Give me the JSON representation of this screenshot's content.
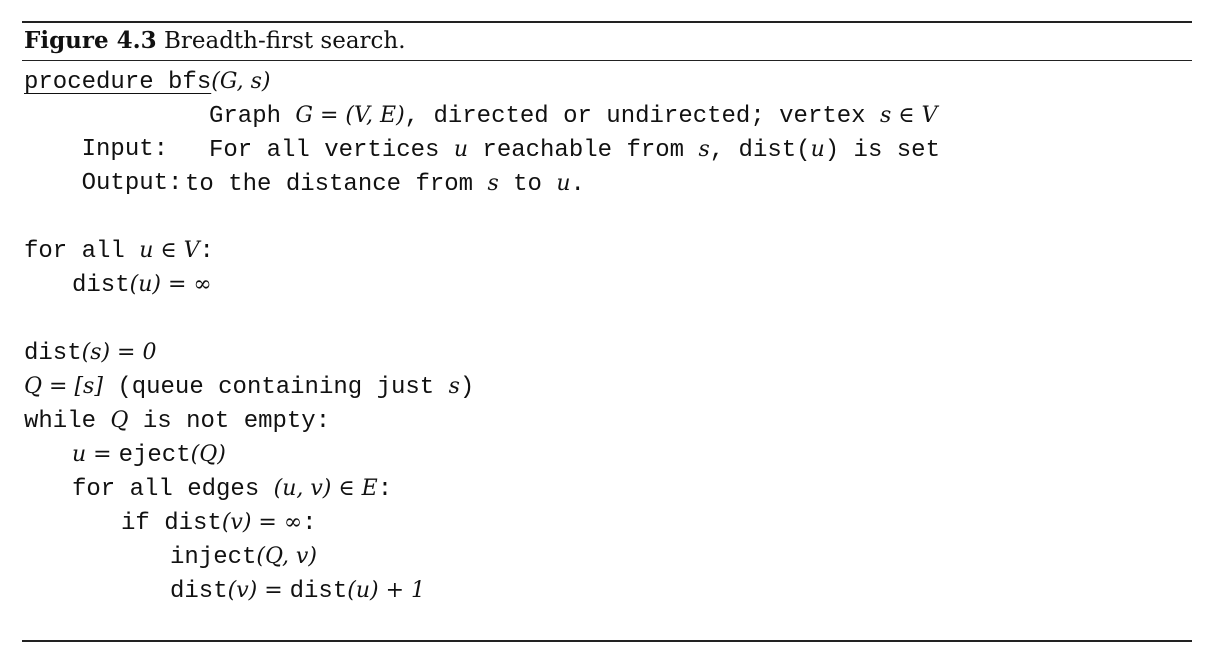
{
  "caption": {
    "label": "Figure 4.3",
    "title": "Breadth-first search."
  },
  "header": {
    "procedure_line": "procedure bfs",
    "procedure_args": "(G, s)",
    "input_label": "Input:",
    "input_text_1": "Graph ",
    "input_math_1": "G = (V, E)",
    "input_text_2": ", directed or undirected; vertex ",
    "input_math_2": "s ∈ V",
    "output_label": "Output:",
    "output_text_1": "For all vertices ",
    "output_math_1": "u",
    "output_text_2": " reachable from ",
    "output_math_2": "s",
    "output_text_3": ", dist(",
    "output_math_3": "u",
    "output_text_4": ") is set",
    "output_text_5": "to the distance from ",
    "output_math_4": "s",
    "output_text_6": " to ",
    "output_math_5": "u",
    "output_text_7": "."
  },
  "code": {
    "l1_kw": "for all ",
    "l1_math": "u ∈ V",
    "l1_end": ":",
    "l2_kw": "dist",
    "l2_math": "(u) = ∞",
    "l3_kw": "dist",
    "l3_math": "(s) = 0",
    "l4_math": "Q = [s]",
    "l4_text": " (queue containing just ",
    "l4_math2": "s",
    "l4_end": ")",
    "l5_kw": "while ",
    "l5_math": "Q",
    "l5_text": " is not empty:",
    "l6_math": "u = ",
    "l6_kw": "eject",
    "l6_math2": "(Q)",
    "l7_kw": "for all edges ",
    "l7_math": "(u, v) ∈ E",
    "l7_end": ":",
    "l8_kw": "if ",
    "l8_kw2": "dist",
    "l8_math": "(v) = ∞",
    "l8_end": ":",
    "l9_kw": "inject",
    "l9_math": "(Q, v)",
    "l10_kw": "dist",
    "l10_math": "(v) = ",
    "l10_kw2": "dist",
    "l10_math2": "(u) + 1"
  }
}
